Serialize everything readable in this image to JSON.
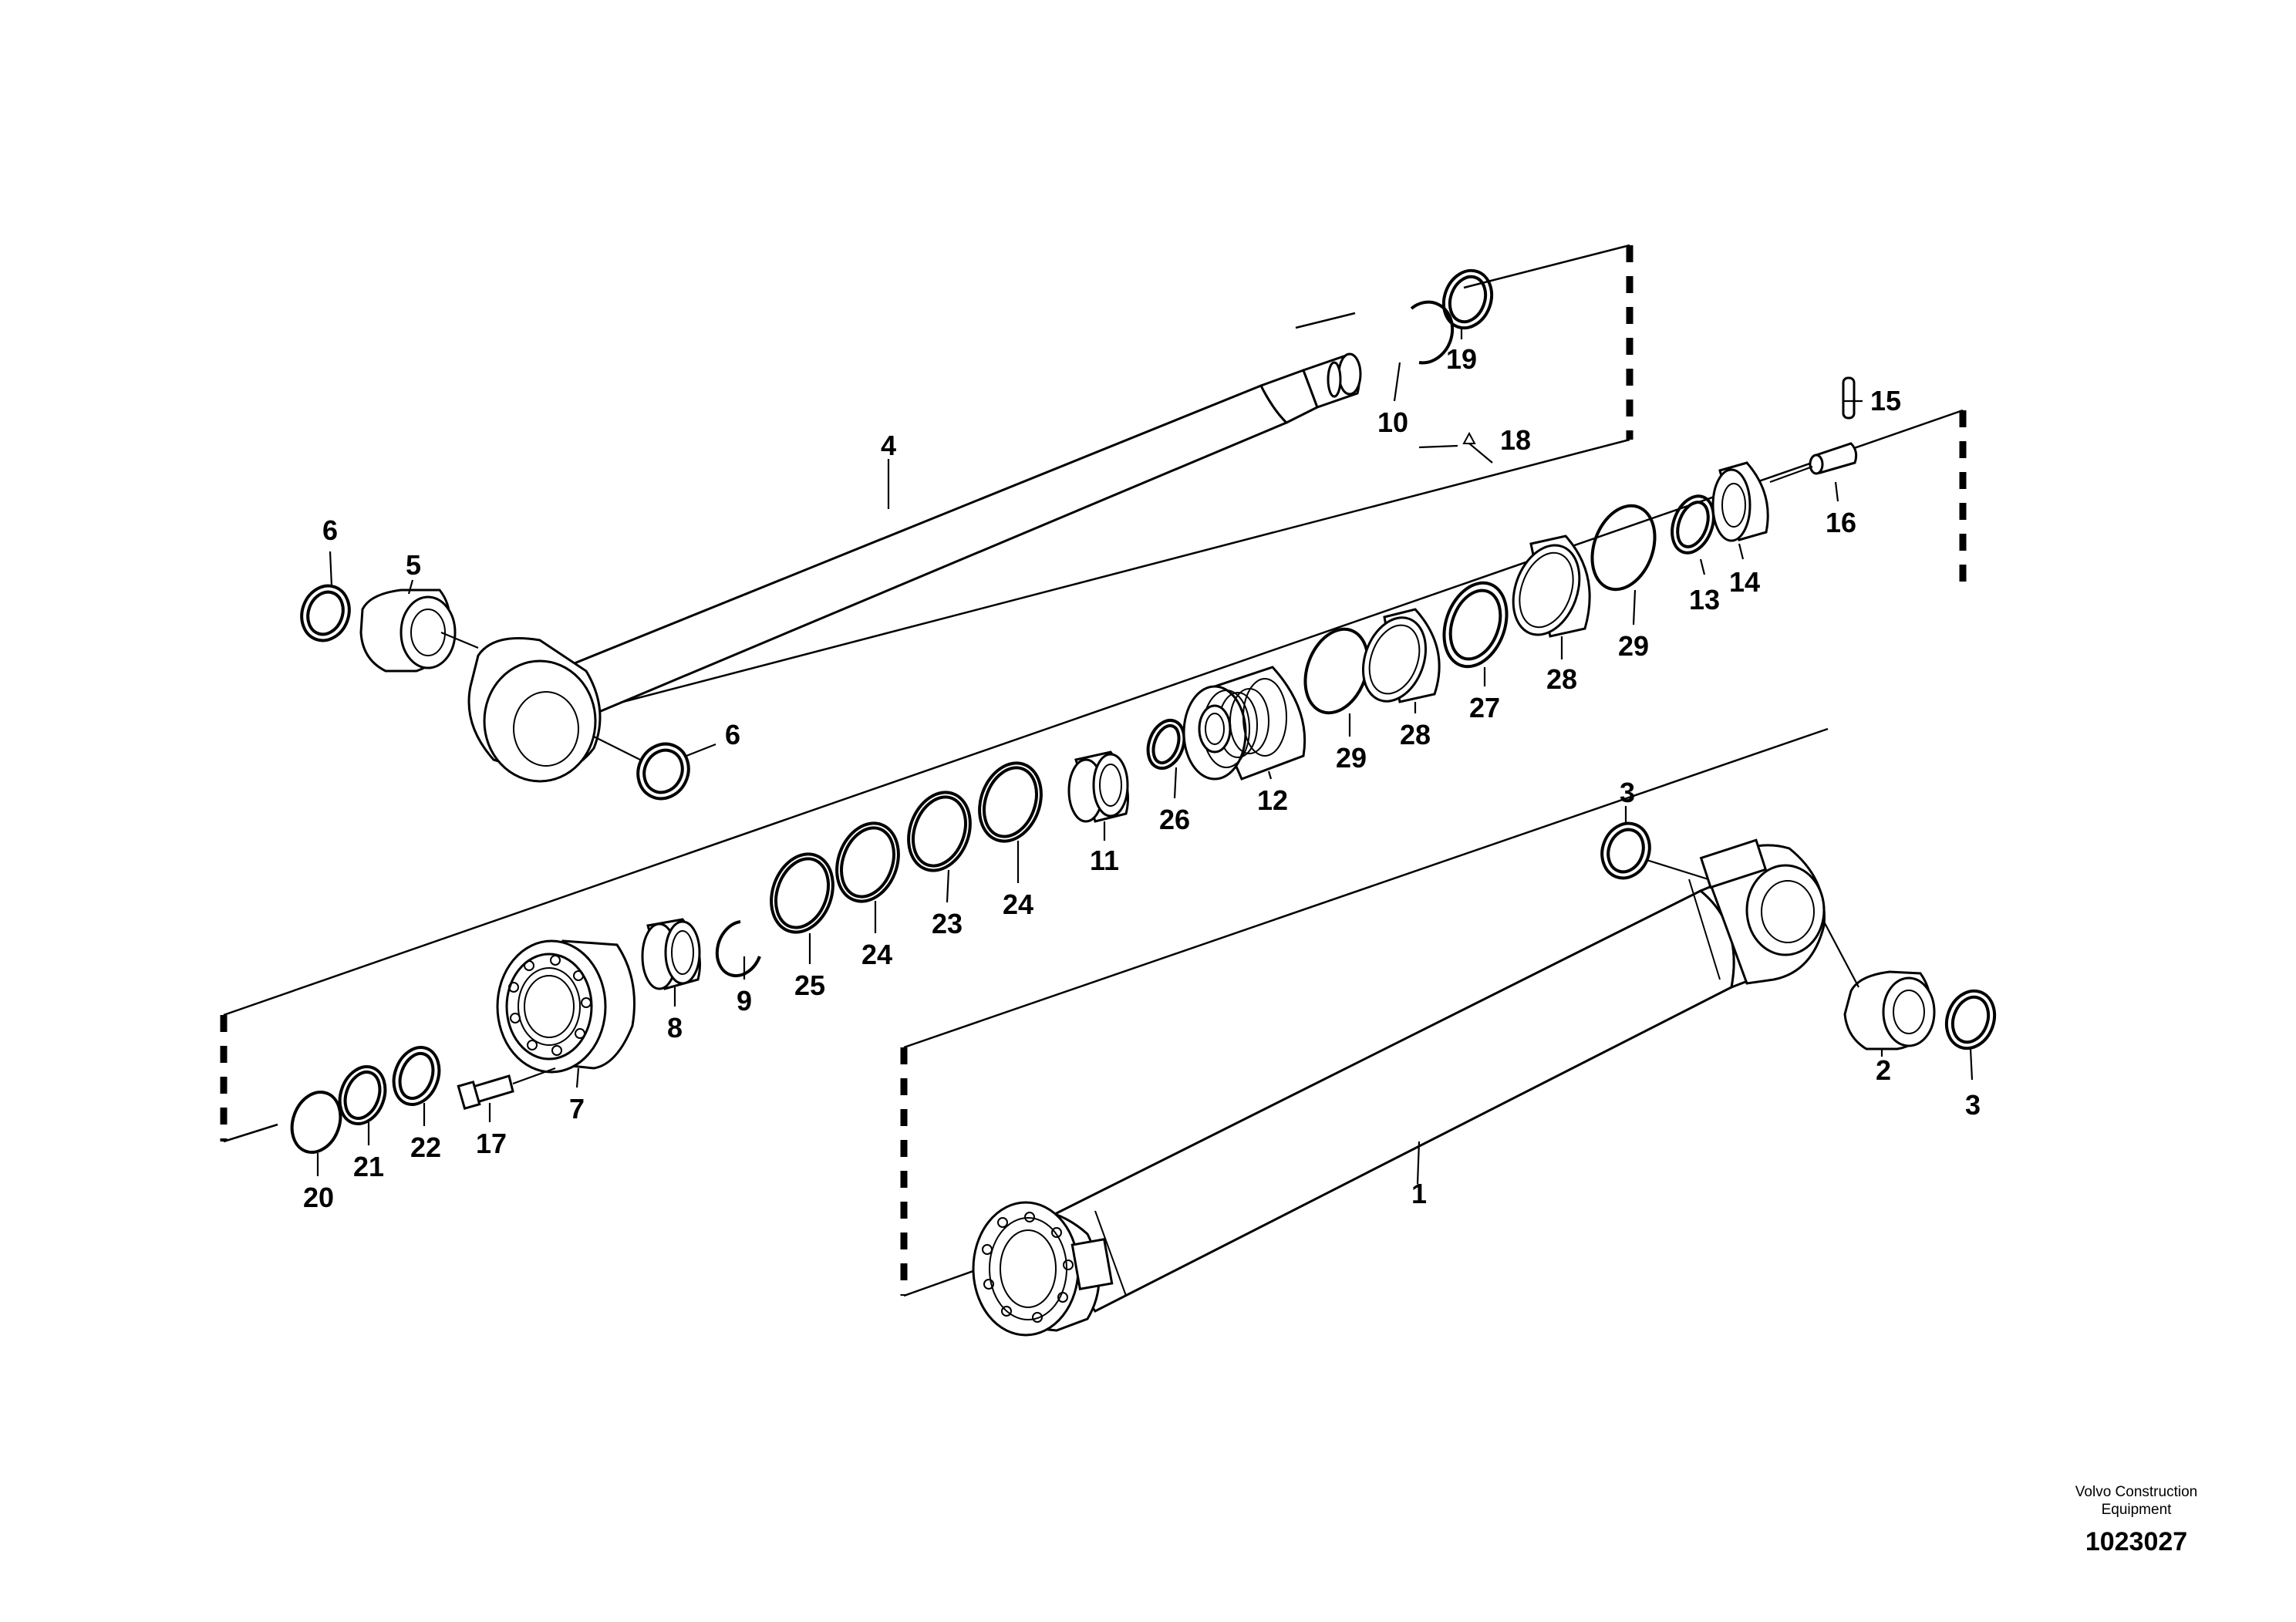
{
  "callouts": [
    {
      "id": "c1",
      "text": "1"
    },
    {
      "id": "c2",
      "text": "2"
    },
    {
      "id": "c3a",
      "text": "3"
    },
    {
      "id": "c3b",
      "text": "3"
    },
    {
      "id": "c4",
      "text": "4"
    },
    {
      "id": "c5",
      "text": "5"
    },
    {
      "id": "c6a",
      "text": "6"
    },
    {
      "id": "c6b",
      "text": "6"
    },
    {
      "id": "c7",
      "text": "7"
    },
    {
      "id": "c8",
      "text": "8"
    },
    {
      "id": "c9",
      "text": "9"
    },
    {
      "id": "c10",
      "text": "10"
    },
    {
      "id": "c11",
      "text": "11"
    },
    {
      "id": "c12",
      "text": "12"
    },
    {
      "id": "c13",
      "text": "13"
    },
    {
      "id": "c14",
      "text": "14"
    },
    {
      "id": "c15",
      "text": "15"
    },
    {
      "id": "c16",
      "text": "16"
    },
    {
      "id": "c17",
      "text": "17"
    },
    {
      "id": "c18",
      "text": "18"
    },
    {
      "id": "c19",
      "text": "19"
    },
    {
      "id": "c20",
      "text": "20"
    },
    {
      "id": "c21",
      "text": "21"
    },
    {
      "id": "c22",
      "text": "22"
    },
    {
      "id": "c23",
      "text": "23"
    },
    {
      "id": "c24a",
      "text": "24"
    },
    {
      "id": "c24b",
      "text": "24"
    },
    {
      "id": "c25",
      "text": "25"
    },
    {
      "id": "c26",
      "text": "26"
    },
    {
      "id": "c27",
      "text": "27"
    },
    {
      "id": "c28a",
      "text": "28"
    },
    {
      "id": "c28b",
      "text": "28"
    },
    {
      "id": "c29a",
      "text": "29"
    },
    {
      "id": "c29b",
      "text": "29"
    }
  ],
  "footer": {
    "company_line1": "Volvo Construction",
    "company_line2": "Equipment",
    "drawing_number": "1023027"
  }
}
